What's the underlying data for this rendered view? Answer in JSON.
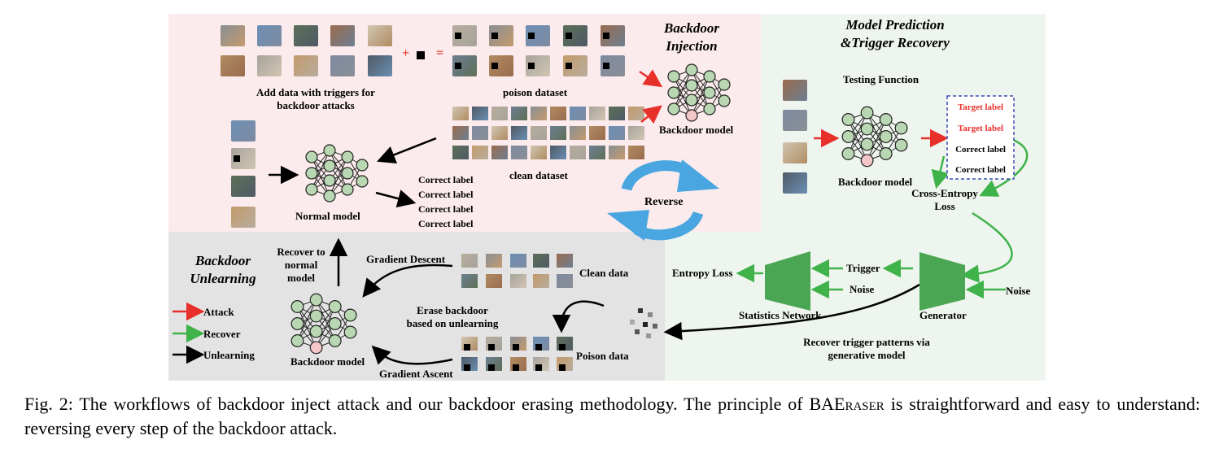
{
  "figure": {
    "inject_title_line1": "Backdoor",
    "inject_title_line2": "Injection",
    "pred_title_line1": "Model Prediction",
    "pred_title_line2": "&Trigger Recovery",
    "unlearn_title_line1": "Backdoor",
    "unlearn_title_line2": "Unlearning",
    "add_data_line1": "Add data with triggers for",
    "add_data_line2": "backdoor attacks",
    "plus": "+",
    "equals": "=",
    "poison_dataset": "poison dataset",
    "clean_dataset": "clean dataset",
    "backdoor_model": "Backdoor model",
    "normal_model": "Normal model",
    "correct_labels": [
      "Correct label",
      "Correct label",
      "Correct label",
      "Correct label"
    ],
    "reverse": "Reverse",
    "testing_function": "Testing Function",
    "output_labels": [
      "Target label",
      "Target label",
      "Correct label",
      "Correct label"
    ],
    "cross_entropy_line1": "Cross-Entropy",
    "cross_entropy_line2": "Loss",
    "entropy_loss": "Entropy Loss",
    "trigger": "Trigger",
    "noise": "Noise",
    "noise_gen": "Noise",
    "statistics_network": "Statistics Network",
    "generator": "Generator",
    "recover_trigger_line1": "Recover trigger patterns via",
    "recover_trigger_line2": "generative model",
    "recover_normal_line1": "Recover to",
    "recover_normal_line2": "normal",
    "recover_normal_line3": "model",
    "gradient_descent": "Gradient Descent",
    "gradient_ascent": "Gradient Ascent",
    "clean_data": "Clean data",
    "poison_data": "Poison data",
    "erase_line1": "Erase backdoor",
    "erase_line2": "based on unlearning",
    "legend": [
      "Attack",
      "Recover",
      "Unlearning"
    ]
  },
  "caption": {
    "part1": "Fig. 2: The workflows of backdoor inject attack and our backdoor erasing methodology. The principle of ",
    "name": "BAEraser",
    "part2": " is straightforward and easy to understand: reversing every step of the backdoor attack."
  },
  "colors": {
    "attack": "#e8302b",
    "recover": "#3fb34a",
    "unlearning": "#000000",
    "node": "#b9d7b2",
    "node_target": "#f3c7c7",
    "generator": "#4aa653",
    "reverse_arrow": "#4aa6e0",
    "target_box": "#3a4fb5"
  }
}
